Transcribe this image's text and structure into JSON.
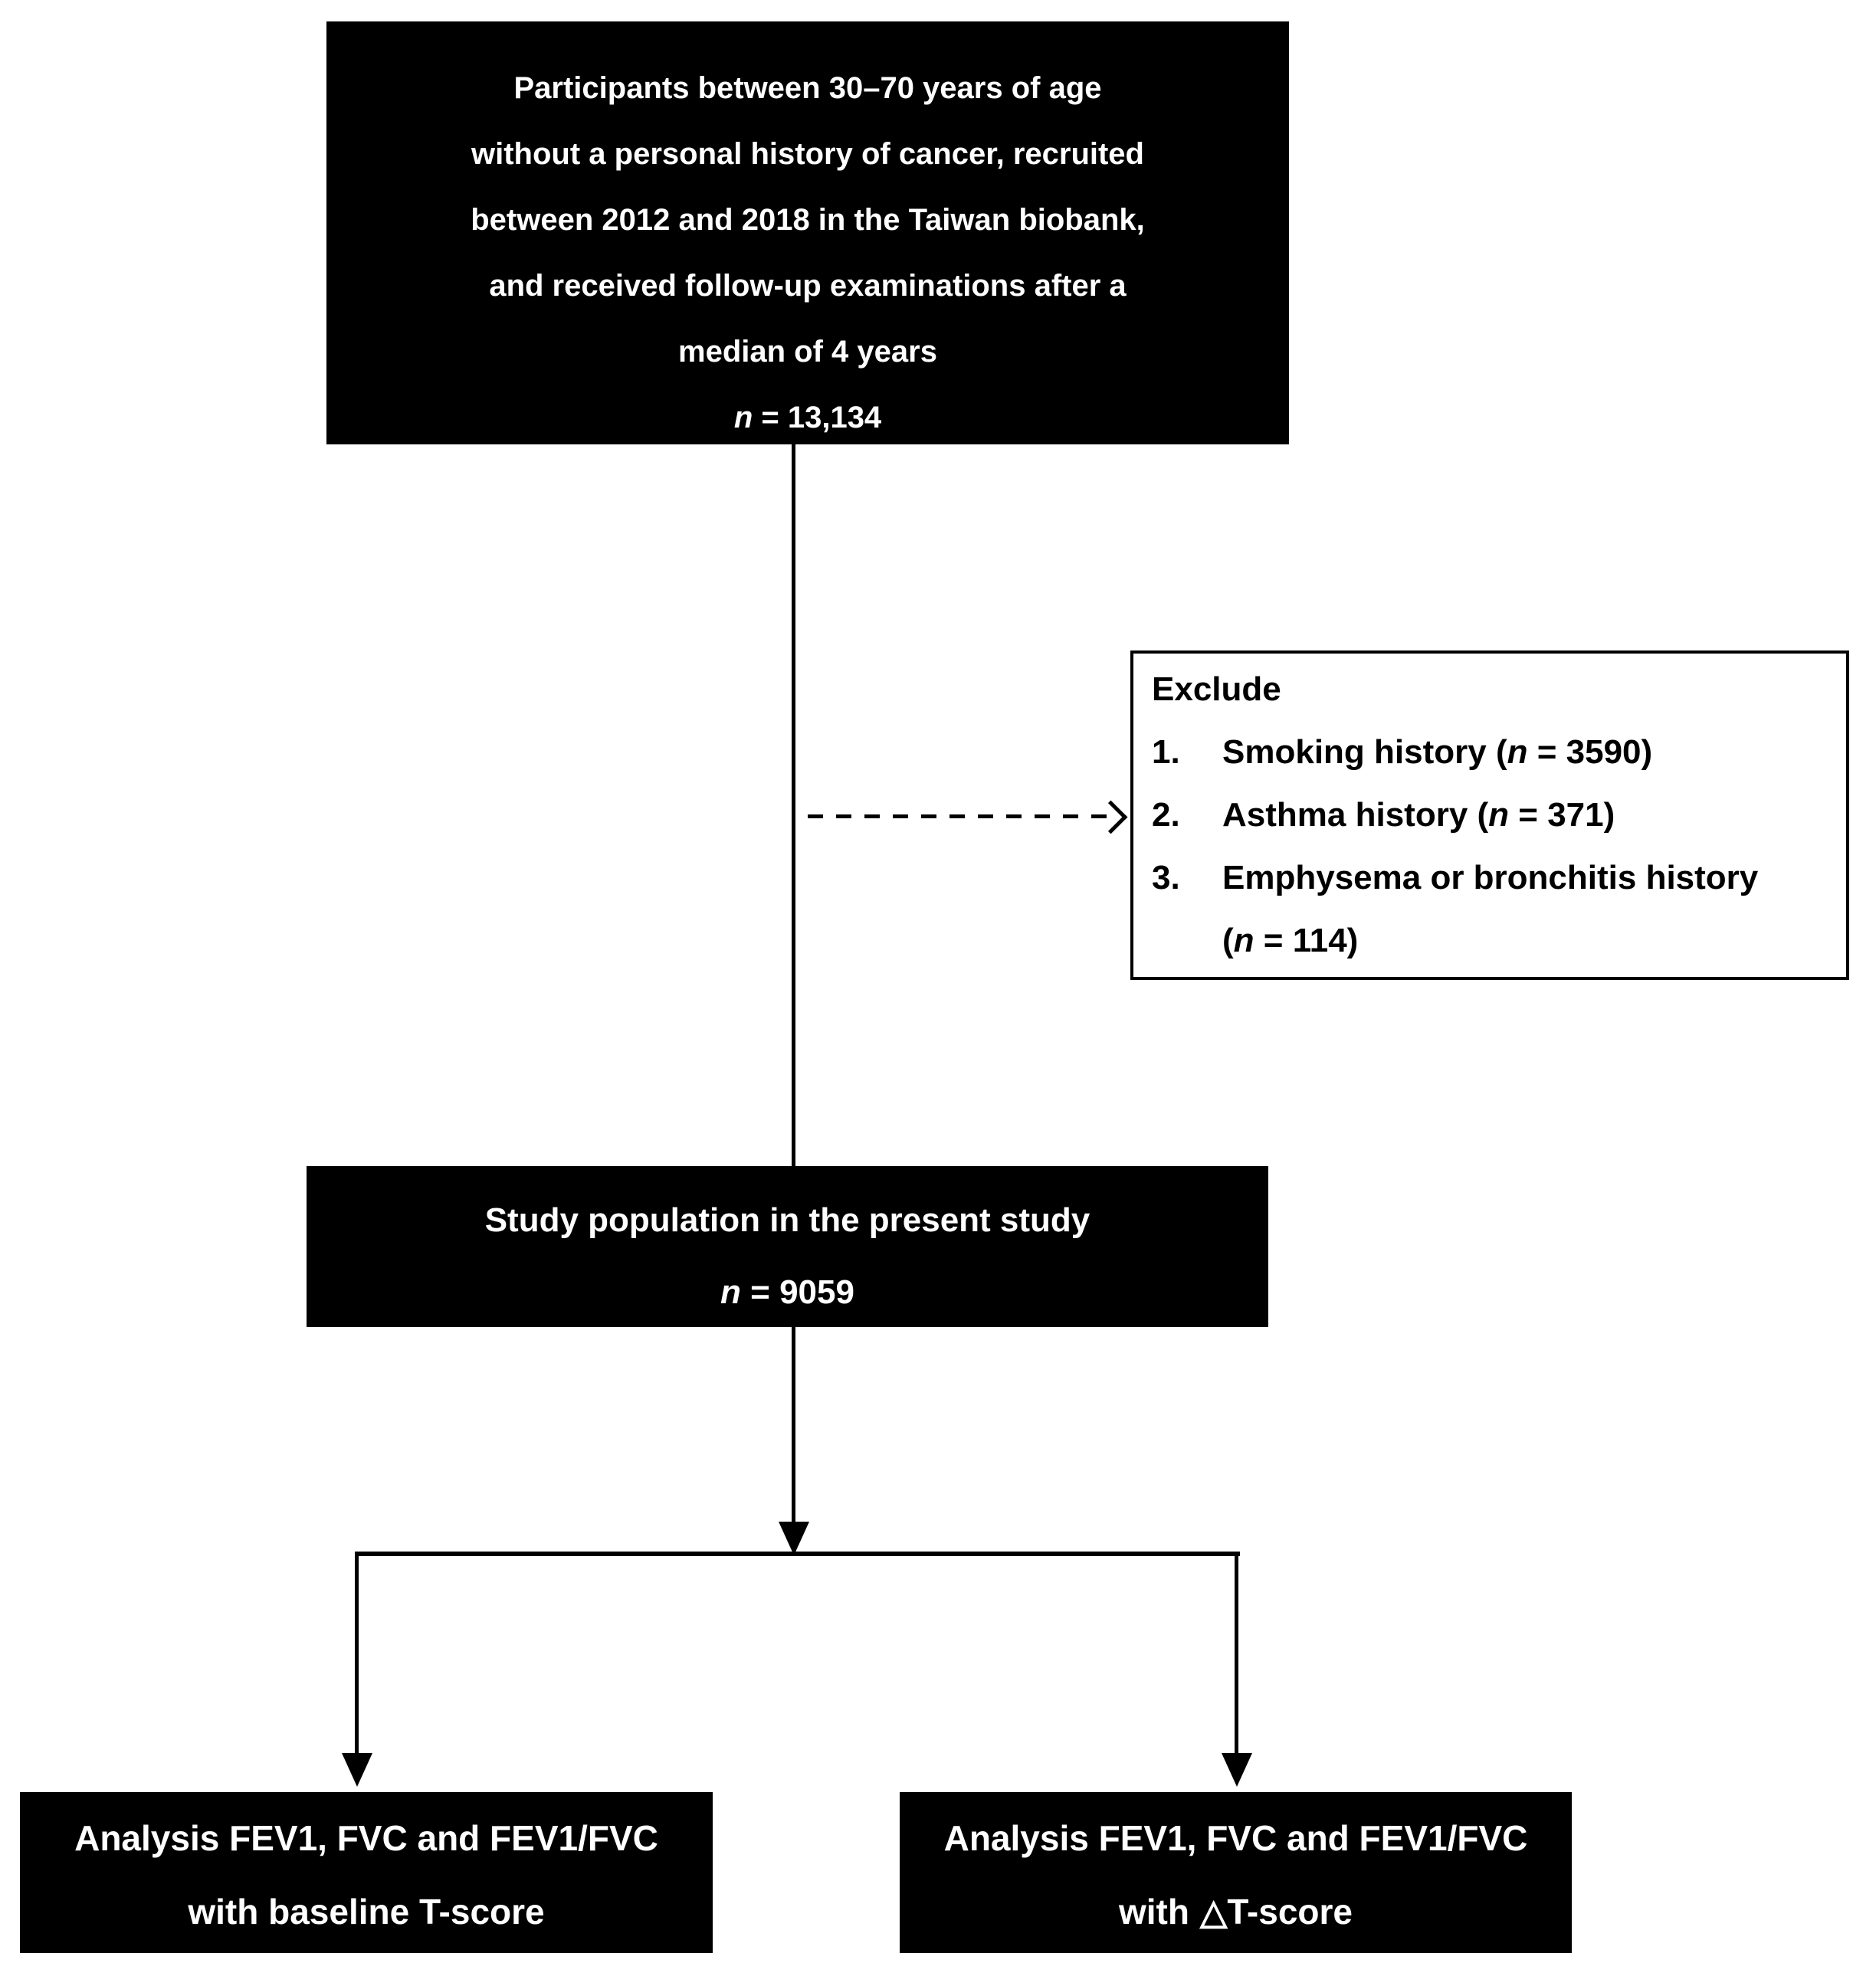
{
  "colors": {
    "box_bg": "#000000",
    "box_text": "#ffffff",
    "line": "#000000",
    "exclude_bg": "#ffffff",
    "exclude_text": "#000000",
    "page_bg": "#ffffff"
  },
  "top_box": {
    "lines": [
      "Participants between 30–70 years of age",
      "without a personal history of cancer, recruited",
      "between 2012 and 2018 in the Taiwan biobank,",
      "and received follow-up examinations after a",
      "median of 4 years"
    ],
    "n_line": {
      "n": "n",
      "rest": " = 13,134"
    }
  },
  "exclude_box": {
    "title": "Exclude",
    "items": [
      {
        "num": "1.",
        "pre": "Smoking history (",
        "n": "n",
        "post": " = 3590)"
      },
      {
        "num": "2.",
        "pre": "Asthma history (",
        "n": "n",
        "post": " = 371)"
      },
      {
        "num": "3.",
        "pre": "Emphysema or bronchitis history",
        "n": "",
        "post": ""
      }
    ],
    "item3_wrap": {
      "pre": "(",
      "n": "n",
      "post": " = 114)"
    }
  },
  "study_box": {
    "line1": "Study population in the present study",
    "n_line": {
      "n": "n",
      "rest": " = 9059"
    }
  },
  "bottom_left_box": {
    "line1": "Analysis FEV1, FVC and FEV1/FVC",
    "line2": "with baseline T-score"
  },
  "bottom_right_box": {
    "line1": "Analysis FEV1, FVC and FEV1/FVC",
    "line2_pre": "with",
    "delta": "△",
    "line2_post": "T-score"
  }
}
